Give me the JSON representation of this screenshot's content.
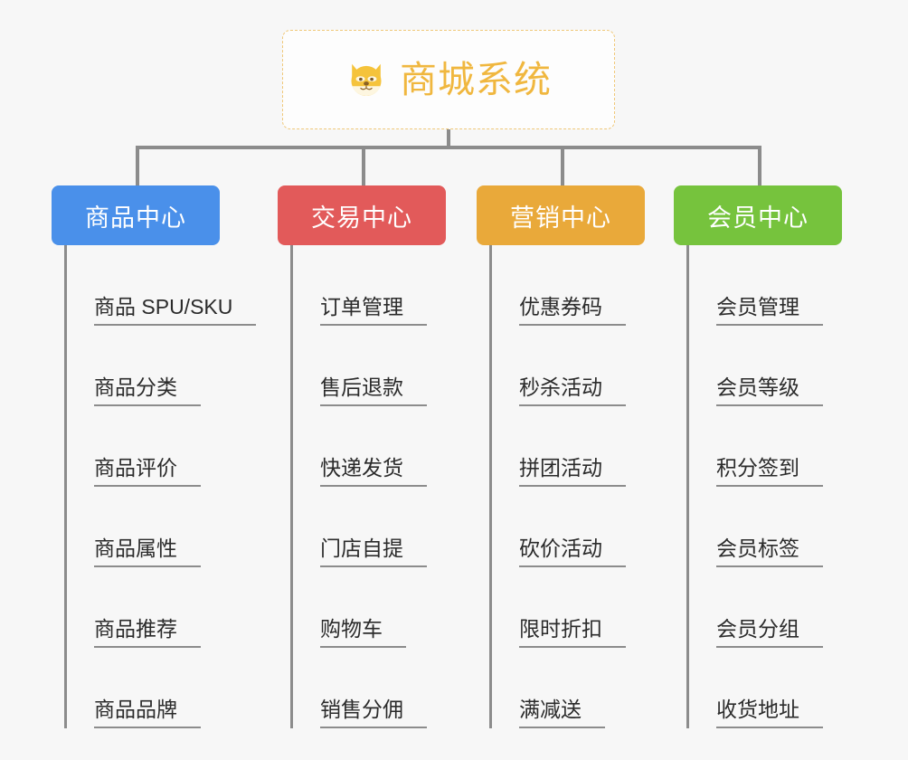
{
  "root": {
    "title": "商城系统",
    "icon": "dog-face-emoji",
    "border_color": "#f0c878",
    "text_color": "#f0b73f"
  },
  "connector_color": "#8c8c8c",
  "background_color": "#f7f7f7",
  "branches": [
    {
      "label": "商品中心",
      "color": "#4a90ea",
      "items": [
        "商品 SPU/SKU",
        "商品分类",
        "商品评价",
        "商品属性",
        "商品推荐",
        "商品品牌"
      ]
    },
    {
      "label": "交易中心",
      "color": "#e25a5a",
      "items": [
        "订单管理",
        "售后退款",
        "快递发货",
        "门店自提",
        "购物车",
        "销售分佣"
      ]
    },
    {
      "label": "营销中心",
      "color": "#e9a93a",
      "items": [
        "优惠券码",
        "秒杀活动",
        "拼团活动",
        "砍价活动",
        "限时折扣",
        "满减送"
      ]
    },
    {
      "label": "会员中心",
      "color": "#76c33d",
      "items": [
        "会员管理",
        "会员等级",
        "积分签到",
        "会员标签",
        "会员分组",
        "收货地址"
      ]
    }
  ]
}
